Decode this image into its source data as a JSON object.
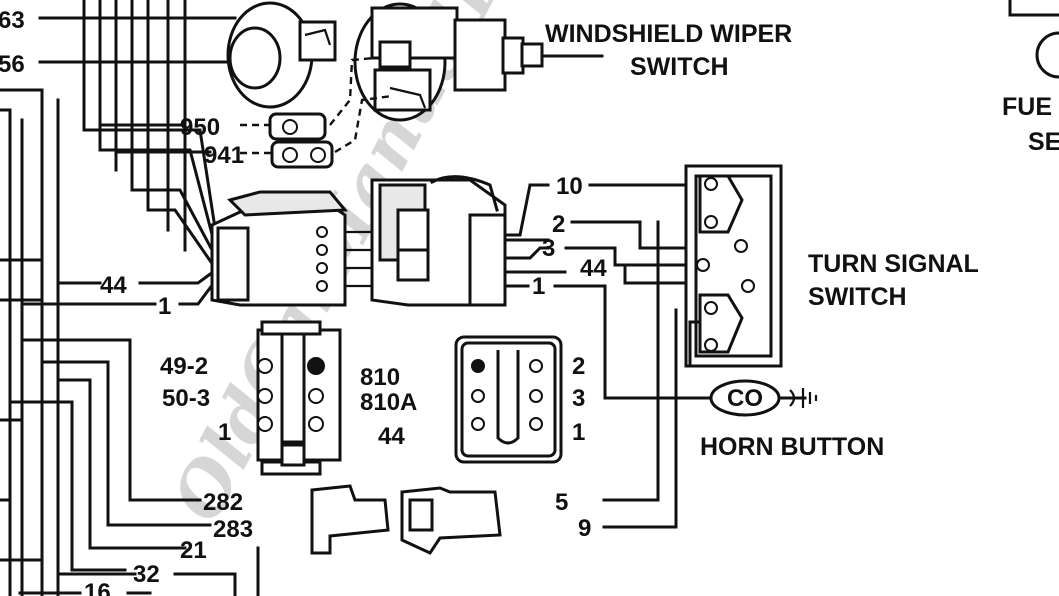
{
  "components": {
    "wiper_switch": {
      "line1": "WINDSHIELD WIPER",
      "line2": "SWITCH"
    },
    "turn_signal_switch": {
      "line1": "TURN SIGNAL",
      "line2": "SWITCH"
    },
    "horn_button": {
      "label": "HORN BUTTON",
      "symbol": "CO"
    },
    "fuel_sender_partial": {
      "line1": "FUE",
      "line2": "SE"
    }
  },
  "wire_labels": {
    "w63": "63",
    "w56": "56",
    "w950": "950",
    "w941": "941",
    "w44_left": "44",
    "w1_left": "1",
    "w10": "10",
    "w2_mid": "2",
    "w3_mid": "3",
    "w44_right": "44",
    "w1_mid": "1",
    "w282": "282",
    "w283": "283",
    "w21": "21",
    "w32": "32",
    "w16": "16",
    "w5": "5",
    "w9": "9"
  },
  "connector_legend": {
    "left_pins": [
      "49-2",
      "50-3",
      "1"
    ],
    "center_codes": [
      "810",
      "810A",
      "44"
    ],
    "right_pins": [
      "2",
      "3",
      "1"
    ]
  },
  "watermark": "OldCarManualProject"
}
